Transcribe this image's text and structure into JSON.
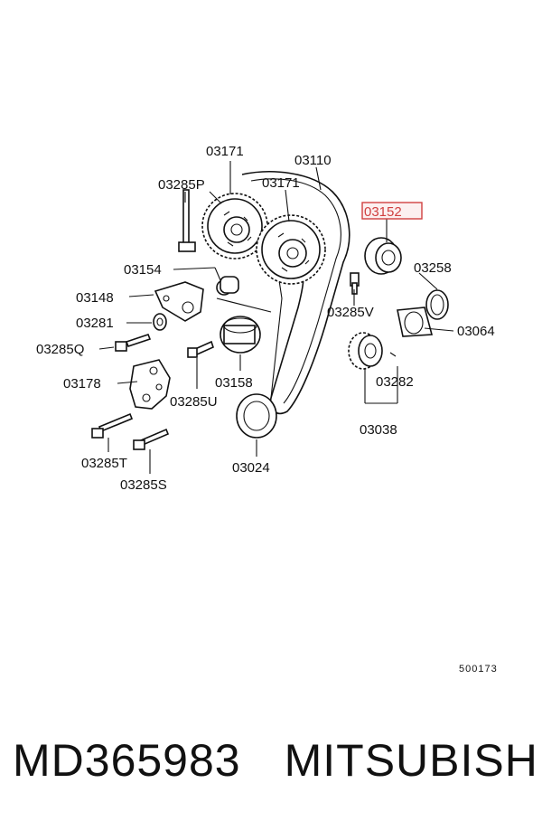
{
  "labels": {
    "l03171a": "03171",
    "l03110": "03110",
    "l03285p": "03285P",
    "l03171b": "03171",
    "l03152": "03152",
    "l03258": "03258",
    "l03154": "03154",
    "l03148": "03148",
    "l03285v": "03285V",
    "l03281": "03281",
    "l03064": "03064",
    "l03285q": "03285Q",
    "l03178": "03178",
    "l03158": "03158",
    "l03282": "03282",
    "l03285u": "03285U",
    "l03038": "03038",
    "l03285t": "03285T",
    "l03024": "03024",
    "l03285s": "03285S",
    "code": "500173"
  },
  "footer": {
    "part_number": "MD365983",
    "brand": "MITSUBISHI"
  },
  "colors": {
    "highlight": "#d04040",
    "line": "#111111"
  }
}
